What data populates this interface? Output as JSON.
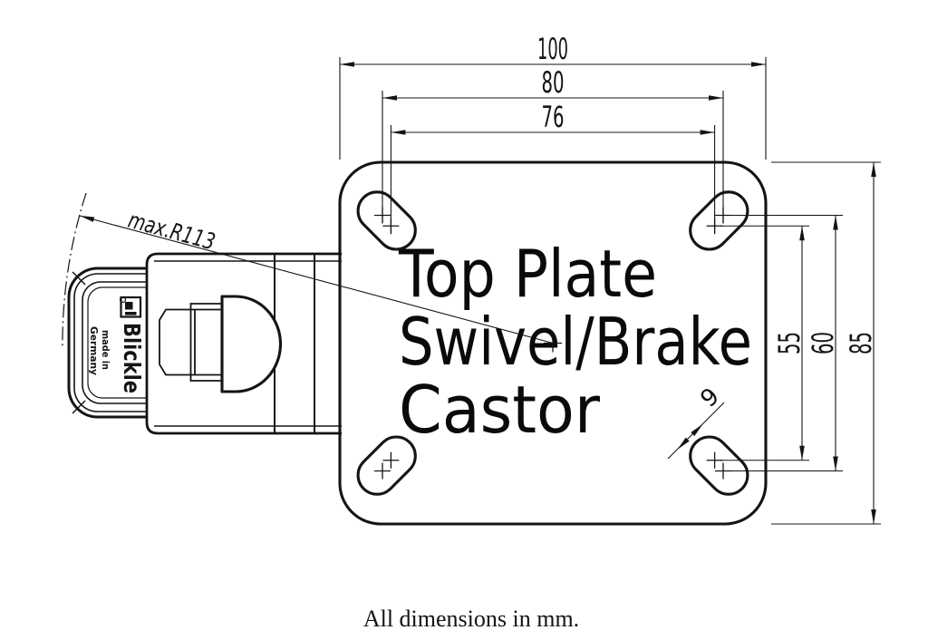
{
  "drawing": {
    "background": "#ffffff",
    "ink": "#141414",
    "plate_label": {
      "line1": "Top Plate",
      "line2": "Swivel/Brake",
      "line3": "Castor"
    },
    "dims": {
      "overall_width_mm": "100",
      "bolt_pattern_width_outer_mm": "80",
      "bolt_pattern_width_inner_mm": "76",
      "overall_depth_mm": "85",
      "bolt_pattern_depth_outer_mm": "60",
      "bolt_pattern_depth_inner_mm": "55",
      "slot_width_mm": "9",
      "max_swivel_radius": "max.R113"
    },
    "wheel": {
      "brand": "Blickle",
      "made_in_line1": "made in",
      "made_in_line2": "Germany"
    },
    "caption": "All dimensions in mm."
  }
}
